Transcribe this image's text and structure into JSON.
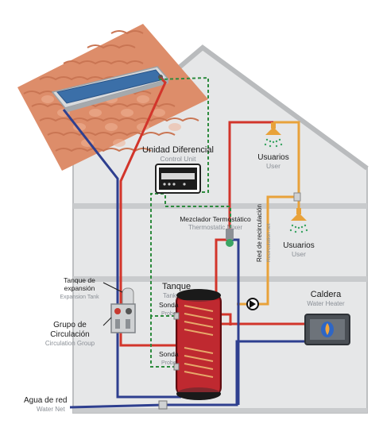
{
  "labels": {
    "control_unit": {
      "es": "Unidad Diferencial",
      "en": "Control Unit"
    },
    "users_top": {
      "es": "Usuarios",
      "en": "User"
    },
    "mixer": {
      "es": "Mezclador Termostático",
      "en": "Thermostatic Mixer"
    },
    "recirculation": {
      "es": "Red de recirculación",
      "en": "Recirculation net"
    },
    "users_mid": {
      "es": "Usuarios",
      "en": "User"
    },
    "expansion_tank": {
      "es1": "Tanque de",
      "es2": "expansión",
      "en": "Expansion Tank"
    },
    "tank": {
      "es": "Tanque",
      "en": "Tank"
    },
    "probe_upper": {
      "es": "Sonda",
      "en": "Probe"
    },
    "probe_lower": {
      "es": "Sonda",
      "en": "Probe"
    },
    "boiler": {
      "es": "Caldera",
      "en": "Water Heater"
    },
    "circulation_group": {
      "es1": "Grupo de",
      "es2": "Circulación",
      "en": "Circulation Group"
    },
    "water_network": {
      "es": "Agua de red",
      "en": "Water Net"
    }
  },
  "colors": {
    "hot_pipe": "#d2352b",
    "cold_pipe": "#2e3f8f",
    "warm_pipe": "#e8a23a",
    "signal_line": "#2e8b3e",
    "wall": "#e6e7e8",
    "floor": "#c9cbcd",
    "roof_tile": "#e9a98a",
    "tank_body": "#b11d22",
    "collector": "#3b6fa8"
  }
}
